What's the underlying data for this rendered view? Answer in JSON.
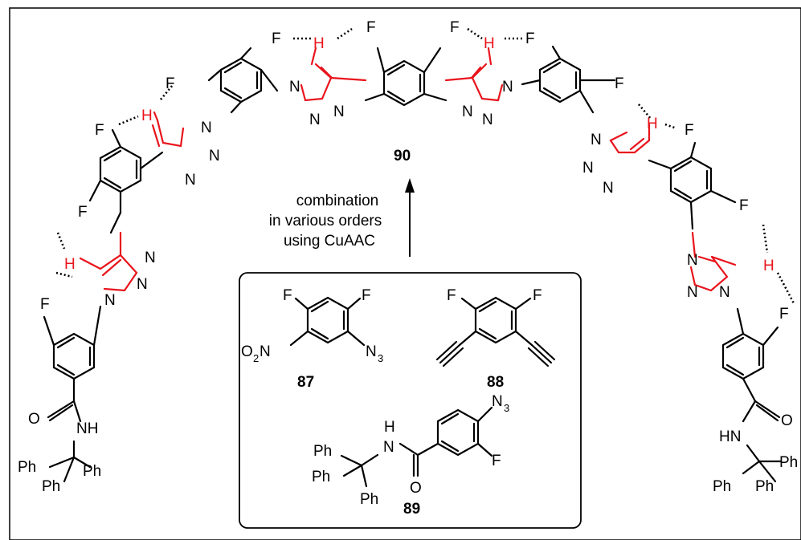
{
  "colors": {
    "triazole": "#e8141c",
    "ink": "#000000",
    "background": "#ffffff"
  },
  "atoms": {
    "F": "F",
    "H": "H",
    "N": "N",
    "NH": "NH",
    "HN": "HN",
    "H_amide": "H",
    "O": "O",
    "Ph": "Ph",
    "O2N_o": "O",
    "O2N_2": "2",
    "O2N_n": "N",
    "N3_n": "N",
    "N3_3": "3"
  },
  "labels": {
    "product": "90",
    "azide_nitro": "87",
    "dialkyne": "88",
    "azide_amide": "89"
  },
  "arrow_caption": [
    "combination",
    "in various orders",
    "using CuAAC"
  ]
}
